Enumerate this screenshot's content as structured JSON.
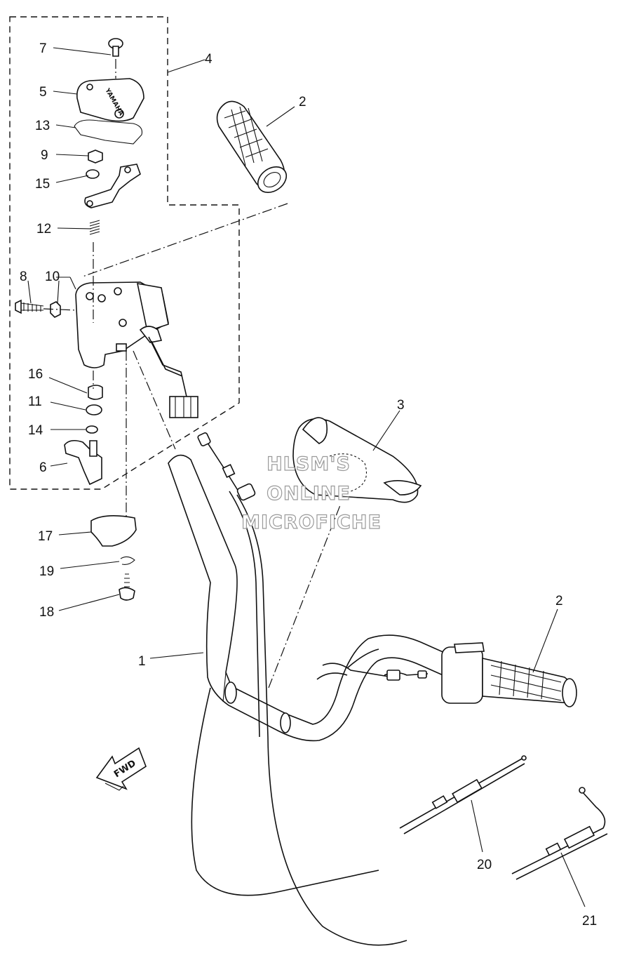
{
  "callouts": {
    "c1": "1",
    "c2a": "2",
    "c2b": "2",
    "c3": "3",
    "c4": "4",
    "c5": "5",
    "c6": "6",
    "c7": "7",
    "c8": "8",
    "c9": "9",
    "c10": "10",
    "c11": "11",
    "c12": "12",
    "c13": "13",
    "c14": "14",
    "c15": "15",
    "c16": "16",
    "c17": "17",
    "c18": "18",
    "c19": "19",
    "c20": "20",
    "c21": "21"
  },
  "watermark": {
    "line1": "HLSM'S",
    "line2": "ONLINE",
    "line3": "MICROFICHE"
  },
  "cover_brand": "YAMAHA",
  "fwd_arrow": "FWD"
}
